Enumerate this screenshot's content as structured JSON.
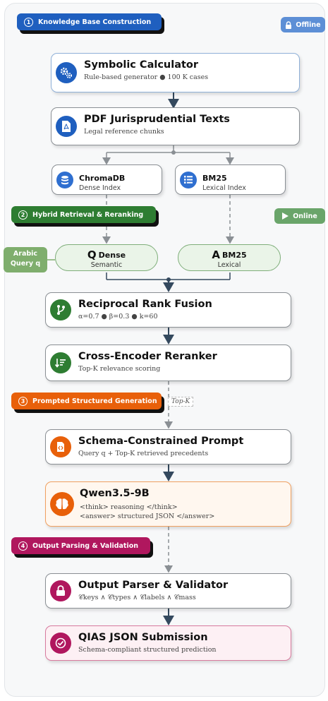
{
  "badges": {
    "offline": "Offline",
    "online": "Online"
  },
  "sections": [
    {
      "num": "1",
      "label": "Knowledge Base Construction",
      "color": "#1f5fbf"
    },
    {
      "num": "2",
      "label": "Hybrid Retrieval & Reranking",
      "color": "#2e7d32"
    },
    {
      "num": "3",
      "label": "Prompted Structured Generation",
      "color": "#e8600a"
    },
    {
      "num": "4",
      "label": "Output Parsing & Validation",
      "color": "#b0175e"
    }
  ],
  "nodes": {
    "calculator": {
      "title": "Symbolic Calculator",
      "subtitle": "Rule-based generator ● 100 K cases"
    },
    "pdf": {
      "title": "PDF Jurisprudential Texts",
      "subtitle": "Legal reference chunks"
    },
    "chromadb": {
      "title": "ChromaDB",
      "subtitle": "Dense Index"
    },
    "bm25": {
      "title": "BM25",
      "subtitle": "Lexical Index"
    },
    "dense": {
      "title": "Dense",
      "subtitle": "Semantic",
      "glyph": "Q"
    },
    "bm25_branch": {
      "title": "BM25",
      "subtitle": "Lexical",
      "glyph": "A"
    },
    "query": {
      "line1": "Arabic",
      "line2": "Query q"
    },
    "rrf": {
      "title": "Reciprocal Rank Fusion",
      "subtitle": "α=0.7 ● β=0.3 ● k=60"
    },
    "reranker": {
      "title": "Cross-Encoder Reranker",
      "subtitle": "Top-K relevance scoring"
    },
    "topk": "Top-K",
    "prompt": {
      "title": "Schema-Constrained Prompt",
      "subtitle": "Query q + Top-K retrieved precedents"
    },
    "qwen": {
      "title": "Qwen3.5-9B",
      "line1": "<think> reasoning </think>",
      "line2": "<answer> structured JSON </answer>"
    },
    "parser": {
      "title": "Output Parser & Validator",
      "subtitle": "𝒞keys ∧ 𝒞types ∧ 𝒞labels ∧ 𝒞mass"
    },
    "submission": {
      "title": "QIAS JSON Submission",
      "subtitle": "Schema-compliant structured prediction"
    }
  },
  "icons": {
    "calculator": "gears-icon",
    "pdf": "pdf-icon",
    "chromadb": "database-icon",
    "bm25": "list-icon",
    "rrf": "fork-icon",
    "reranker": "sort-icon",
    "prompt": "code-file-icon",
    "qwen": "brain-icon",
    "parser": "lock-icon",
    "submission": "check-icon"
  },
  "colors": {
    "blue": "#1f5fbf",
    "green": "#2e7d32",
    "orange": "#e8600a",
    "magenta": "#b0175e",
    "online_green": "#6aa56a",
    "offline_blue": "#5d8fd6"
  }
}
